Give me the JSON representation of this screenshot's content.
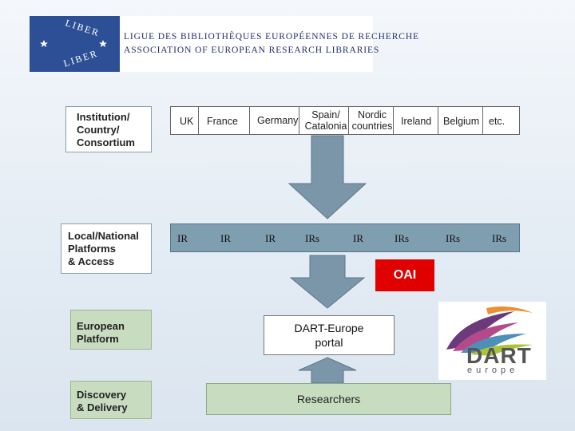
{
  "header": {
    "logo_ring_text": "LIBER",
    "line1": "LIGUE DES BIBLIOTHÈQUES EUROPÉENNES DE RECHERCHE",
    "line2": "ASSOCIATION OF EUROPEAN RESEARCH LIBRARIES"
  },
  "rows": {
    "institution": [
      "Institution/",
      "Country/",
      "Consortium"
    ],
    "local": [
      "Local/National",
      "Platforms",
      "& Access"
    ],
    "european": [
      "European",
      "Platform"
    ],
    "discovery": [
      "Discovery",
      "& Delivery"
    ]
  },
  "countries": [
    {
      "label": "UK"
    },
    {
      "label": "France"
    },
    {
      "label": "Germany"
    },
    {
      "label": "Spain/\nCatalonia"
    },
    {
      "label": "Nordic\ncountries"
    },
    {
      "label": "Ireland"
    },
    {
      "label": "Belgium"
    },
    {
      "label": "etc."
    }
  ],
  "repositories": [
    "IR",
    "IR",
    "IR",
    "IRs",
    "IR",
    "IRs",
    "IRs",
    "IRs"
  ],
  "oai": "OAI",
  "portal": [
    "DART-Europe",
    "portal"
  ],
  "researchers": "Researchers",
  "dart_logo": {
    "word1": "DART",
    "word2": "europe"
  },
  "colors": {
    "liber_blue": "#2d4f96",
    "ir_strip": "#7f9fb0",
    "arrow": "#7a96a8",
    "oai_red": "#e00000",
    "green_box": "#c8dcc0"
  }
}
